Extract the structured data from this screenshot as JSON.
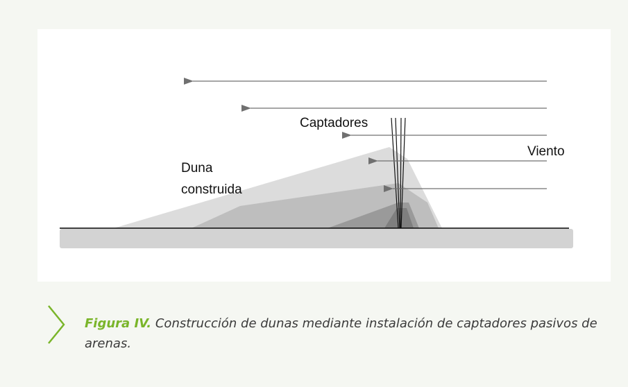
{
  "diagram": {
    "labels": {
      "captadores": "Captadores",
      "viento": "Viento",
      "duna_line1": "Duna",
      "duna_line2": "construida"
    },
    "colors": {
      "dune_light": "#dcdcdc",
      "dune_mid": "#bebebe",
      "dune_dark": "#9a9a9a",
      "dune_darkest": "#7f7f7f",
      "ground": "#d3d3d3",
      "arrow": "#707070",
      "baseline": "#000000"
    }
  },
  "caption": {
    "label": "Figura IV.",
    "text": "Construcción de dunas mediante instalación de captadores pasivos de arenas.",
    "accent_color": "#7ab52a"
  }
}
